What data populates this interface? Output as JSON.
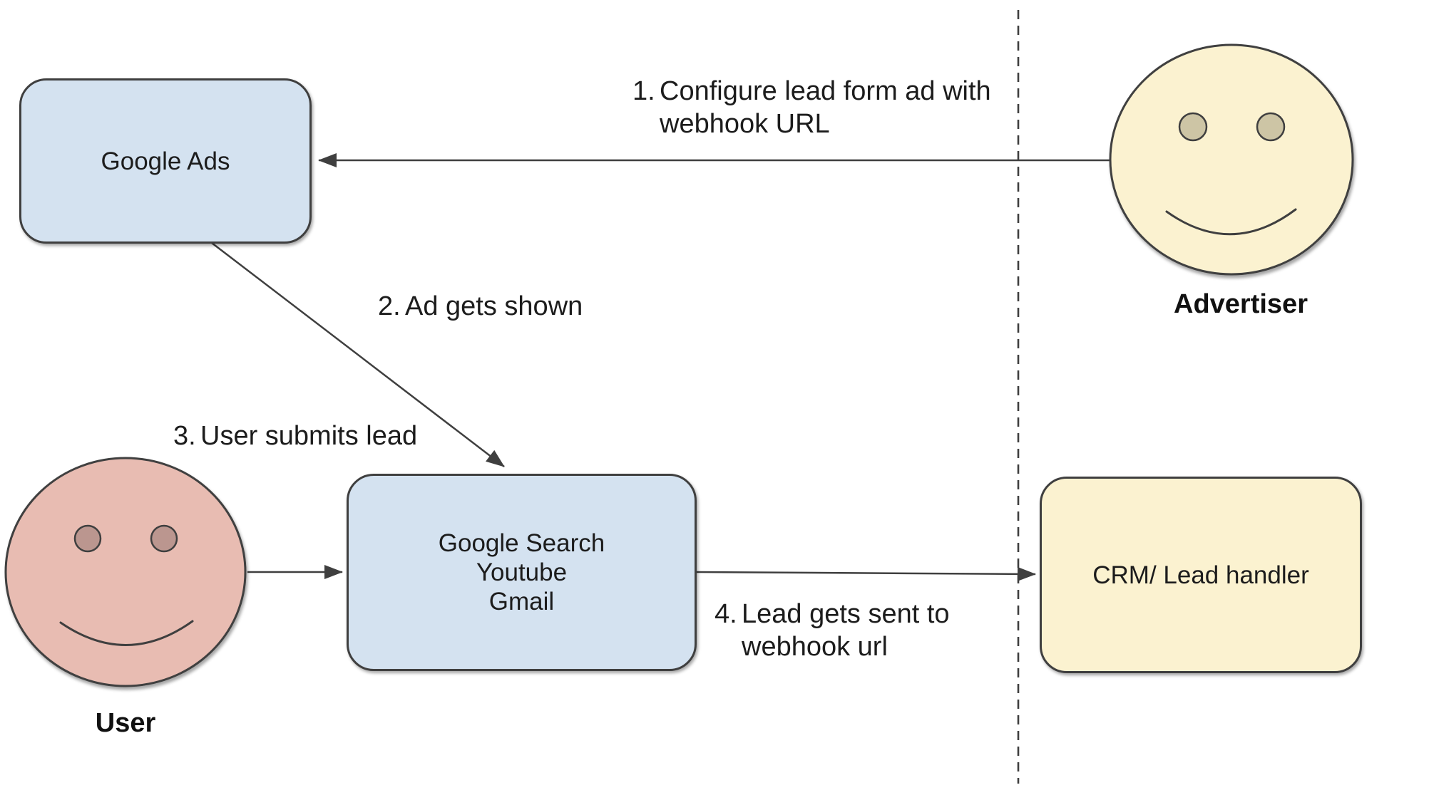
{
  "diagram": {
    "nodes": {
      "google_ads": {
        "label": "Google Ads"
      },
      "google_surfaces": {
        "lines": [
          "Google Search",
          "Youtube",
          "Gmail"
        ]
      },
      "crm": {
        "label": "CRM/ Lead handler"
      }
    },
    "actors": {
      "user": {
        "label": "User"
      },
      "advertiser": {
        "label": "Advertiser"
      }
    },
    "steps": [
      {
        "number": "1.",
        "lines": [
          "Configure lead form ad with",
          "webhook URL"
        ]
      },
      {
        "number": "2.",
        "lines": [
          "Ad gets shown"
        ]
      },
      {
        "number": "3.",
        "lines": [
          "User submits lead"
        ]
      },
      {
        "number": "4.",
        "lines": [
          "Lead gets sent to",
          "webhook url"
        ]
      }
    ],
    "palette": {
      "background": "#ffffff",
      "node_blue_fill": "#d4e2f0",
      "node_yellow_fill": "#fbf2d0",
      "user_face_fill": "#e8bcb2",
      "user_eye_fill": "#bb968f",
      "advertiser_face_fill": "#fbf2d0",
      "advertiser_eye_fill": "#cdc5a5",
      "stroke": "#3f3f3f",
      "text": "#1c1c1c"
    }
  }
}
